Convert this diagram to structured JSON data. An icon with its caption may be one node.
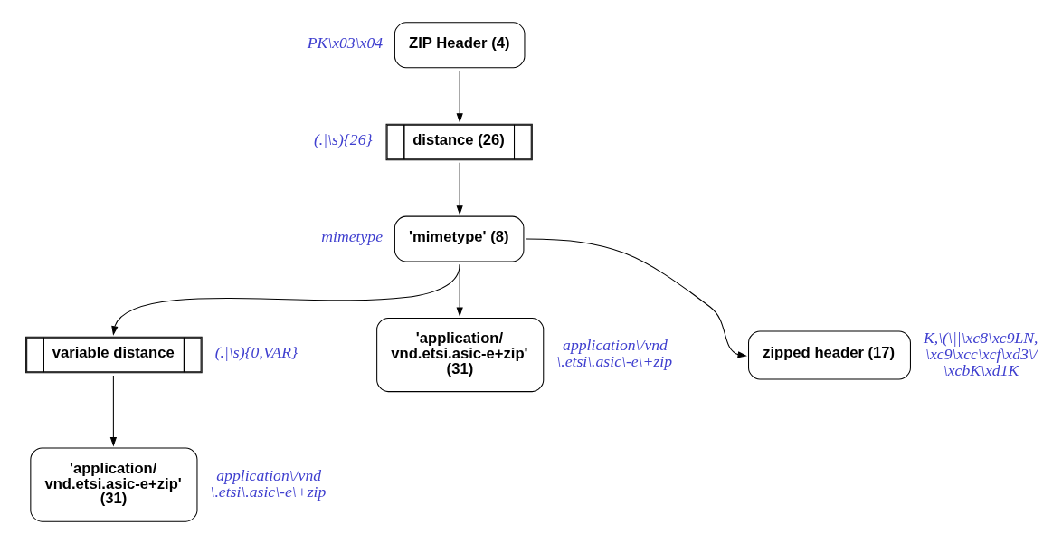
{
  "diagram": {
    "nodes": [
      {
        "text": [
          "ZIP Header (4)"
        ],
        "beside": [
          "PK\\x03\\x04"
        ]
      },
      {
        "text": [
          "distance (26)"
        ],
        "beside": [
          "(.|\\s){26}"
        ]
      },
      {
        "text": [
          "'mimetype' (8)"
        ],
        "beside": [
          "mimetype"
        ]
      },
      {
        "text": [
          "variable distance"
        ],
        "beside": [
          "(.|\\s){0,VAR}"
        ]
      },
      {
        "text": [
          "'application/ vnd.etsi.asic-e+zip' (31)"
        ],
        "beside": [
          "application\\/vnd \\.etsi\\.asic\\-e\\+zip"
        ]
      },
      {
        "text": [
          "'application/ vnd.etsi.asic-e+zip' (31)"
        ],
        "beside": [
          "application\\/vnd \\.etsi\\.asic\\-e\\+zip"
        ]
      },
      {
        "text": [
          "zipped header (17)"
        ],
        "beside": [
          "K,\\(\\||\\xc8\\xc9LN, \\xc9\\xcc\\xcf\\xd3\\/ \\xcbK\\xd1K"
        ]
      }
    ],
    "edges": [
      {
        "from": 0,
        "to": 1,
        "arrow": "to"
      },
      {
        "from": 1,
        "to": 2,
        "arrow": "to"
      },
      {
        "from": 2,
        "to": 3,
        "arrow": "to"
      },
      {
        "from": 3,
        "to": 4,
        "arrow": "to"
      },
      {
        "from": 2,
        "to": 5,
        "arrow": "to"
      },
      {
        "from": 2,
        "to": 6,
        "arrow": "to"
      }
    ]
  }
}
